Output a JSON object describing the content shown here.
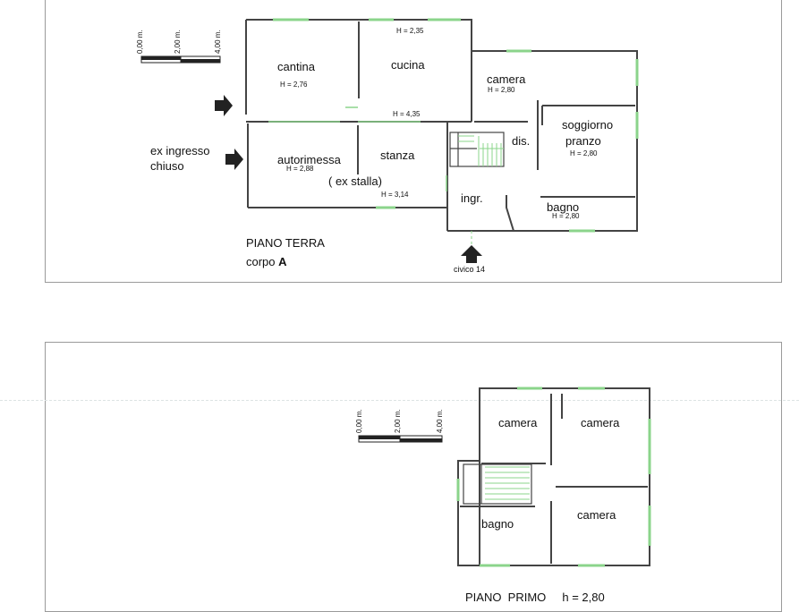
{
  "ground_floor": {
    "rooms": {
      "cantina": "cantina",
      "cucina": "cucina",
      "camera": "camera",
      "autorimessa": "autorimessa",
      "stanza": "stanza",
      "ex_stalla": "( ex stalla)",
      "dis": "dis.",
      "soggiorno": "soggiorno",
      "pranzo": "pranzo",
      "ingr": "ingr.",
      "bagno": "bagno"
    },
    "heights": {
      "cucina_top": "H = 2,35",
      "cantina": "H = 2,76",
      "cucina_bottom": "H = 4,35",
      "camera": "H = 2,80",
      "autorimessa": "H = 2,88",
      "soggiorno": "H = 2,80",
      "stanza": "H = 3,14",
      "bagno": "H = 2,80"
    },
    "ex_ingresso": "ex ingresso",
    "chiuso": "chiuso",
    "piano": "PIANO  TERRA",
    "corpo": "corpo ",
    "corpo_letter": "A",
    "civico": "civico 14"
  },
  "first_floor": {
    "rooms": {
      "camera_1": "camera",
      "camera_2": "camera",
      "camera_3": "camera",
      "bagno": "bagno"
    },
    "title": "PIANO  PRIMO     h = 2,80"
  },
  "scale": {
    "ticks": [
      "0,00 m.",
      "2,00 m.",
      "4,00 m."
    ]
  },
  "colors": {
    "wall": "#444444",
    "window": "#8bd48b",
    "line": "#9a9a9a"
  }
}
